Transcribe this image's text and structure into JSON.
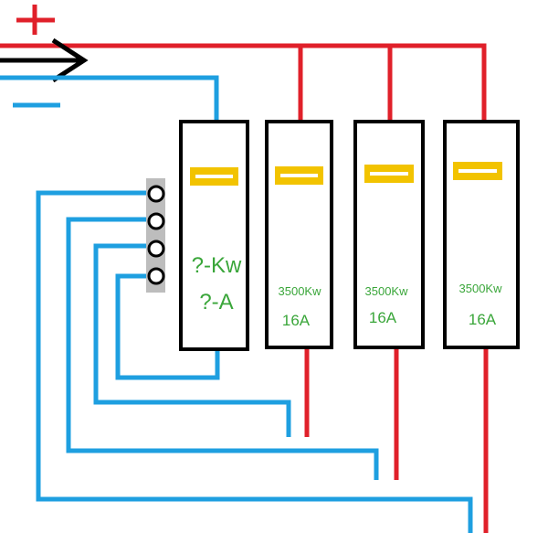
{
  "colors": {
    "positive_wire": "#e0202a",
    "negative_wire": "#1e9fe0",
    "arrow": "#000000",
    "breaker_border": "#000000",
    "breaker_handle": "#f2c300",
    "label_text": "#3aa63a",
    "terminal_block": "#bdbdbd"
  },
  "main_breaker": {
    "power": "?-Kw",
    "current": "?-A"
  },
  "breakers": [
    {
      "power": "3500Kw",
      "current": "16A"
    },
    {
      "power": "3500Kw",
      "current": "16A"
    },
    {
      "power": "3500Kw",
      "current": "16A"
    }
  ],
  "terminal_count": 4,
  "icons": [
    "plus-sign-icon",
    "minus-sign-icon",
    "arrow-right-icon",
    "terminal-ring-icon"
  ]
}
